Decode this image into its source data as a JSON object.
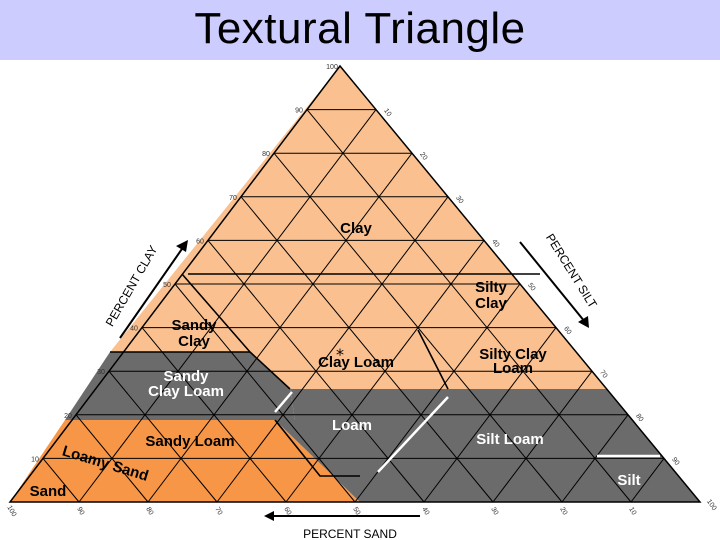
{
  "title": "Textural Triangle",
  "colors": {
    "title_bar": "#ccccff",
    "light_orange": "#fac08f",
    "dark_orange": "#f79646",
    "gray": "#6b6b6b",
    "line": "#000000"
  },
  "axes": {
    "clay": "PERCENT CLAY",
    "silt": "PERCENT SILT",
    "sand": "PERCENT SAND"
  },
  "clay_ticks": [
    "100",
    "90",
    "80",
    "70",
    "60",
    "50",
    "40",
    "30",
    "20",
    "10"
  ],
  "sand_ticks": [
    "100",
    "90",
    "80",
    "70",
    "60",
    "50",
    "40",
    "30",
    "20",
    "10"
  ],
  "silt_ticks": [
    "10",
    "20",
    "30",
    "40",
    "50",
    "60",
    "70",
    "80",
    "90",
    "100"
  ],
  "zones": {
    "clay": "Clay",
    "silty_clay": [
      "Silty",
      "Clay"
    ],
    "sandy_clay": [
      "Sandy",
      "Clay"
    ],
    "clay_loam": "Clay Loam",
    "silty_clay_loam": [
      "Silty Clay",
      "Loam"
    ],
    "sandy_clay_loam": [
      "Sandy",
      "Clay Loam"
    ],
    "loam": "Loam",
    "silt_loam": "Silt Loam",
    "sandy_loam": "Sandy Loam",
    "loamy_sand": "Loamy Sand",
    "sand": "Sand",
    "silt": "Silt"
  }
}
